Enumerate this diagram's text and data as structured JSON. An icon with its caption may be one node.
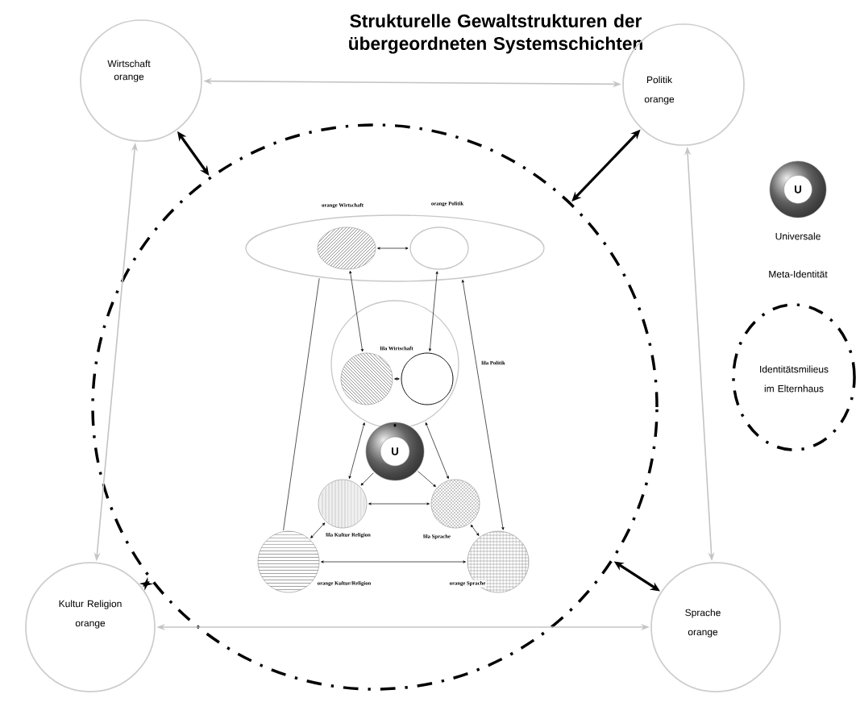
{
  "diagram": {
    "title": "Strukturelle Gewaltstrukturen der übergeordneten Systemschichten",
    "nodes": [
      {
        "text": [
          "Wirtschaft orange"
        ]
      },
      {
        "text": [
          "Politik",
          "orange"
        ]
      },
      {
        "text": [
          "Kultur Religion",
          "orange"
        ]
      },
      {
        "text": [
          "Sprache",
          "orange"
        ]
      },
      {
        "text": [],
        "shape": "circle"
      },
      {
        "text": [],
        "shape": "ellipse",
        "in": 4
      },
      {
        "text": [],
        "shape": "ellipse",
        "in": 5,
        "beside": [
          "orange Wirtschaft"
        ]
      },
      {
        "text": [],
        "shape": "ellipse",
        "in": 5,
        "beside": [
          "orange Politik"
        ]
      },
      {
        "text": [],
        "shape": "circle",
        "in": 4
      },
      {
        "text": [],
        "shape": "circle",
        "in": 8,
        "beside": [
          "lila Wirtschaft"
        ]
      },
      {
        "text": [],
        "shape": "circle",
        "in": 8
      },
      {
        "text": [
          "U"
        ],
        "in": 4
      },
      {
        "text": [],
        "shape": "circle",
        "in": 4,
        "beside": [
          "lila Kultur Religion"
        ]
      },
      {
        "text": [],
        "shape": "circle",
        "in": 4,
        "beside": [
          "lila Sprache"
        ]
      },
      {
        "text": [],
        "shape": "circle",
        "in": 4,
        "beside": [
          "orange Kultur/Religion"
        ]
      },
      {
        "text": [],
        "shape": "circle",
        "in": 4,
        "beside": [
          "orange Sprache"
        ]
      },
      {
        "text": [
          "U"
        ]
      },
      {
        "text": [
          "Identitätsmilieus",
          "im Elternhaus"
        ]
      }
    ],
    "edges": [
      {
        "from": 0,
        "to": 1,
        "arrow": "both",
        "color": "#c4c4c4"
      },
      {
        "from": 0,
        "to": 2,
        "arrow": "both",
        "color": "#c4c4c4"
      },
      {
        "from": 1,
        "to": 3,
        "arrow": "both",
        "color": "#c4c4c4"
      },
      {
        "from": 3,
        "to": 2,
        "arrow": "both",
        "color": "#c4c4c4"
      },
      {
        "from": 0,
        "to": 4,
        "arrow": "both",
        "style": "thick"
      },
      {
        "from": 1,
        "to": 4,
        "arrow": "both",
        "style": "thick"
      },
      {
        "from": 2,
        "to": 4,
        "arrow": "both",
        "style": "thick"
      },
      {
        "from": 4,
        "to": 3,
        "arrow": "both",
        "style": "thick"
      },
      {
        "from": 6,
        "to": 7,
        "arrow": "both"
      },
      {
        "from": 6,
        "to": 9,
        "arrow": "both"
      },
      {
        "from": 7,
        "to": 10,
        "arrow": "both"
      },
      {
        "from": 9,
        "to": 10,
        "arrow": "both"
      },
      {
        "from": 8,
        "to": 11,
        "arrow": "both"
      },
      {
        "from": 8,
        "to": 12,
        "arrow": "both"
      },
      {
        "from": 8,
        "to": 13,
        "arrow": "both"
      },
      {
        "from": 11,
        "to": 12,
        "arrow": "to"
      },
      {
        "from": 11,
        "to": 13,
        "arrow": "to"
      },
      {
        "from": 12,
        "to": 13,
        "arrow": "both"
      },
      {
        "from": 12,
        "to": 14,
        "arrow": "both"
      },
      {
        "from": 13,
        "to": 15,
        "arrow": "both"
      },
      {
        "from": 14,
        "to": 15,
        "arrow": "both"
      },
      {
        "from": 5,
        "to": 14,
        "arrow": "none"
      },
      {
        "from": 5,
        "to": 15,
        "arrow": "both"
      }
    ],
    "labels": [
      "lila Politik",
      "Universale",
      "Meta-Identität"
    ]
  }
}
